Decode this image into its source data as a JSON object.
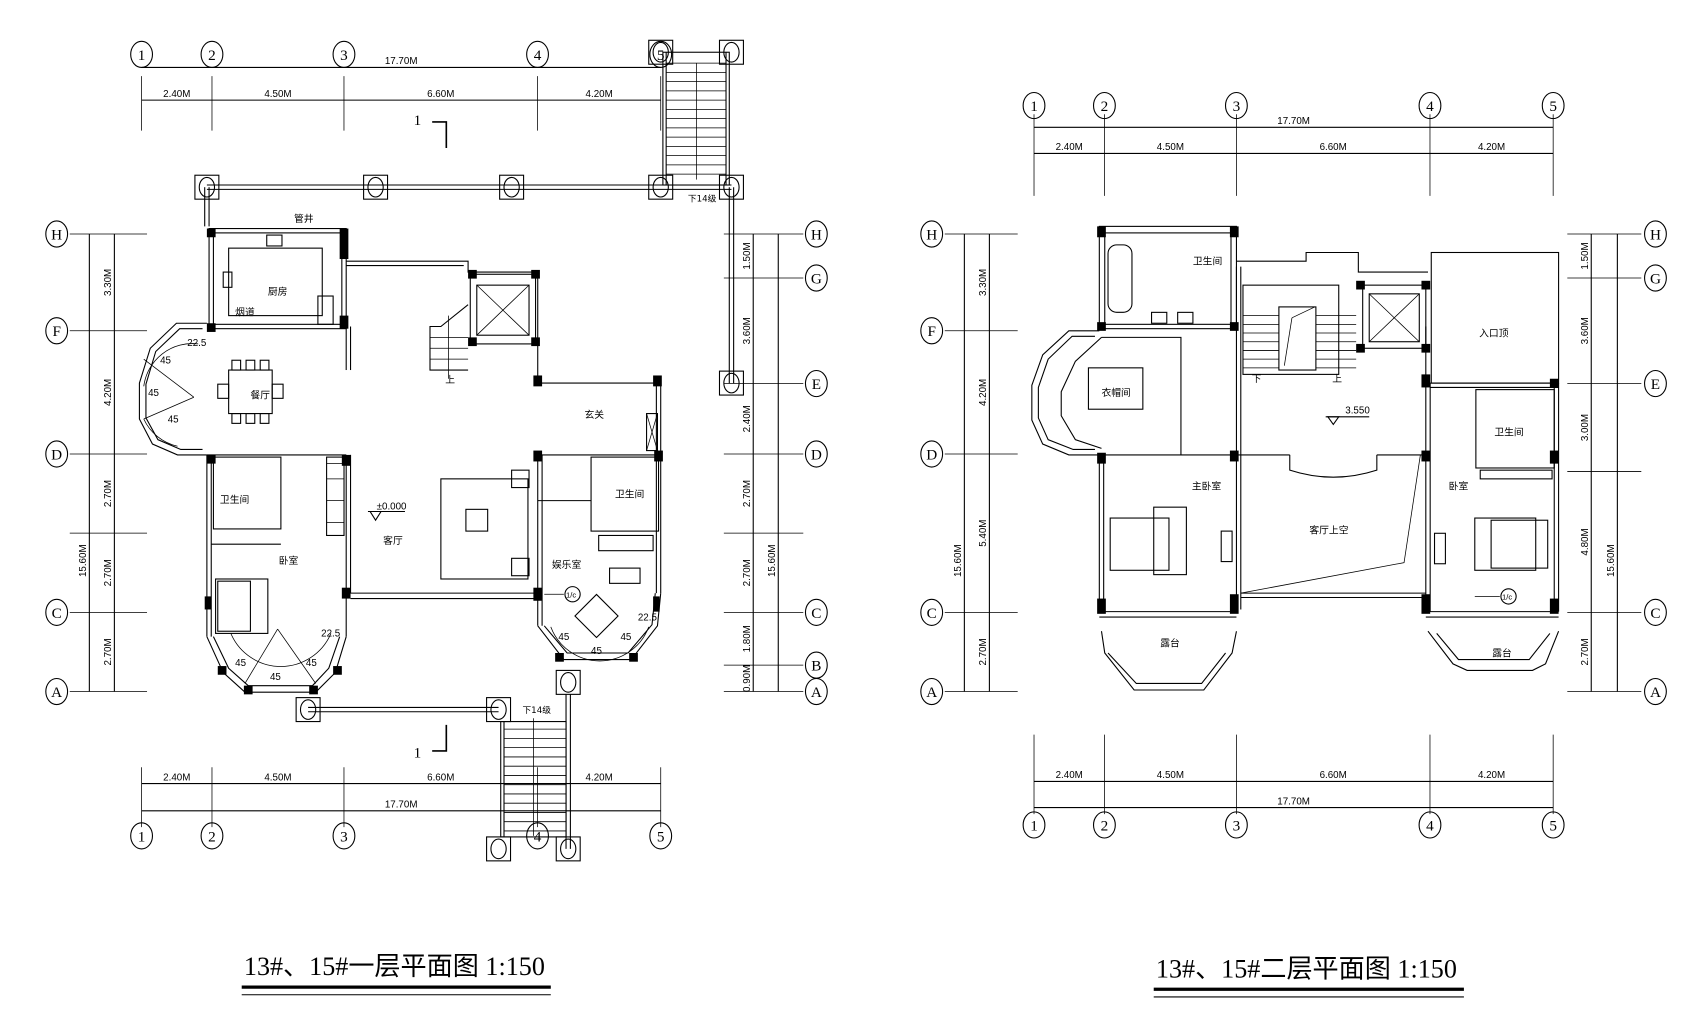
{
  "plans": [
    {
      "title": "13#、15#一层平面图 1:150",
      "grid_columns": [
        "1",
        "2",
        "3",
        "4",
        "5"
      ],
      "dims_top": {
        "total": "17.70M",
        "spans": [
          "2.40M",
          "4.50M",
          "6.60M",
          "4.20M"
        ]
      },
      "dims_bottom": {
        "total": "17.70M",
        "spans": [
          "2.40M",
          "4.50M",
          "6.60M",
          "4.20M"
        ]
      },
      "dims_left": {
        "total": "15.60M",
        "spans": [
          "3.30M",
          "4.20M",
          "2.70M",
          "2.70M",
          "2.70M"
        ],
        "bubbles": [
          "H",
          "F",
          "D",
          "",
          "C",
          "A"
        ]
      },
      "dims_right": {
        "total": "15.60M",
        "spans": [
          "1.50M",
          "3.60M",
          "2.40M",
          "2.70M",
          "2.70M",
          "1.80M",
          "0.90M"
        ],
        "bubbles": [
          "H",
          "G",
          "E",
          "D",
          "",
          "C",
          "B",
          "A"
        ]
      },
      "rooms": {
        "kitchen": "厨房",
        "shaft": "管井",
        "flue": "烟道",
        "dining": "餐厅",
        "stair_up": "上",
        "foyer": "玄关",
        "bath_left": "卫生间",
        "bedroom": "卧室",
        "living": "客厅",
        "bath_right": "卫生间",
        "entertainment": "娱乐室"
      },
      "annotations": {
        "elevation": "±0.000",
        "stair_top": "下14级",
        "stair_bottom": "下14级",
        "section_top": "1",
        "section_bottom": "1",
        "detail_ref": "1/c",
        "angles_dining": [
          "22.5",
          "45",
          "45",
          "45"
        ],
        "angles_bedroom": [
          "45",
          "45",
          "45",
          "22.5"
        ],
        "angles_entertainment": [
          "45",
          "45",
          "45",
          "22.5"
        ]
      }
    },
    {
      "title": "13#、15#二层平面图 1:150",
      "grid_columns": [
        "1",
        "2",
        "3",
        "4",
        "5"
      ],
      "dims_top": {
        "total": "17.70M",
        "spans": [
          "2.40M",
          "4.50M",
          "6.60M",
          "4.20M"
        ]
      },
      "dims_bottom": {
        "total": "17.70M",
        "spans": [
          "2.40M",
          "4.50M",
          "6.60M",
          "4.20M"
        ]
      },
      "dims_left": {
        "total": "15.60M",
        "spans": [
          "3.30M",
          "4.20M",
          "5.40M",
          "2.70M"
        ],
        "bubbles": [
          "H",
          "F",
          "D",
          "C",
          "A"
        ]
      },
      "dims_right": {
        "total": "15.60M",
        "spans": [
          "1.50M",
          "3.60M",
          "3.00M",
          "4.80M",
          "2.70M"
        ],
        "bubbles": [
          "H",
          "G",
          "E",
          "",
          "C",
          "A"
        ]
      },
      "rooms": {
        "bath_top": "卫生间",
        "cloakroom": "衣帽间",
        "stair_down": "下",
        "stair_up": "上",
        "entrance_roof": "入口顶",
        "master_bedroom": "主卧室",
        "living_void": "客厅上空",
        "bath_right": "卫生间",
        "bedroom": "卧室",
        "terrace_left": "露台",
        "terrace_right": "露台"
      },
      "annotations": {
        "elevation": "3.550",
        "detail_ref": "1/c"
      }
    }
  ]
}
